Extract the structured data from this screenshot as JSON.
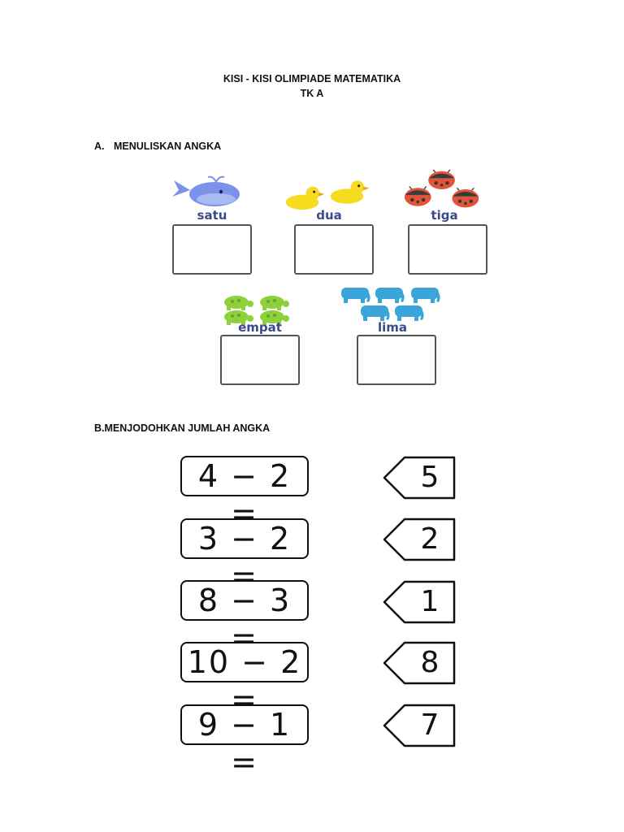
{
  "header": {
    "title_line1": "KISI - KISI OLIMPIADE MATEMATIKA",
    "title_line2": "TK A"
  },
  "section_a": {
    "label": "A.",
    "title": "MENULISKAN ANGKA",
    "cards": [
      {
        "word": "satu",
        "icon": "whale-icon",
        "count": 1,
        "color": "#7b92e8"
      },
      {
        "word": "dua",
        "icon": "duck-icon",
        "count": 2,
        "color": "#f5dc1e"
      },
      {
        "word": "tiga",
        "icon": "ladybug-icon",
        "count": 3,
        "color": "#e2543a"
      },
      {
        "word": "empat",
        "icon": "turtle-icon",
        "count": 4,
        "color": "#8fd13c"
      },
      {
        "word": "lima",
        "icon": "elephant-icon",
        "count": 5,
        "color": "#3aa5d8"
      }
    ]
  },
  "section_b": {
    "title": "B.MENJODOHKAN JUMLAH ANGKA",
    "equations": [
      "4 − 2 =",
      "3 − 2 =",
      "8 − 3 =",
      "10 − 2 =",
      "9 − 1 ="
    ],
    "answers": [
      "5",
      "2",
      "1",
      "8",
      "7"
    ]
  }
}
